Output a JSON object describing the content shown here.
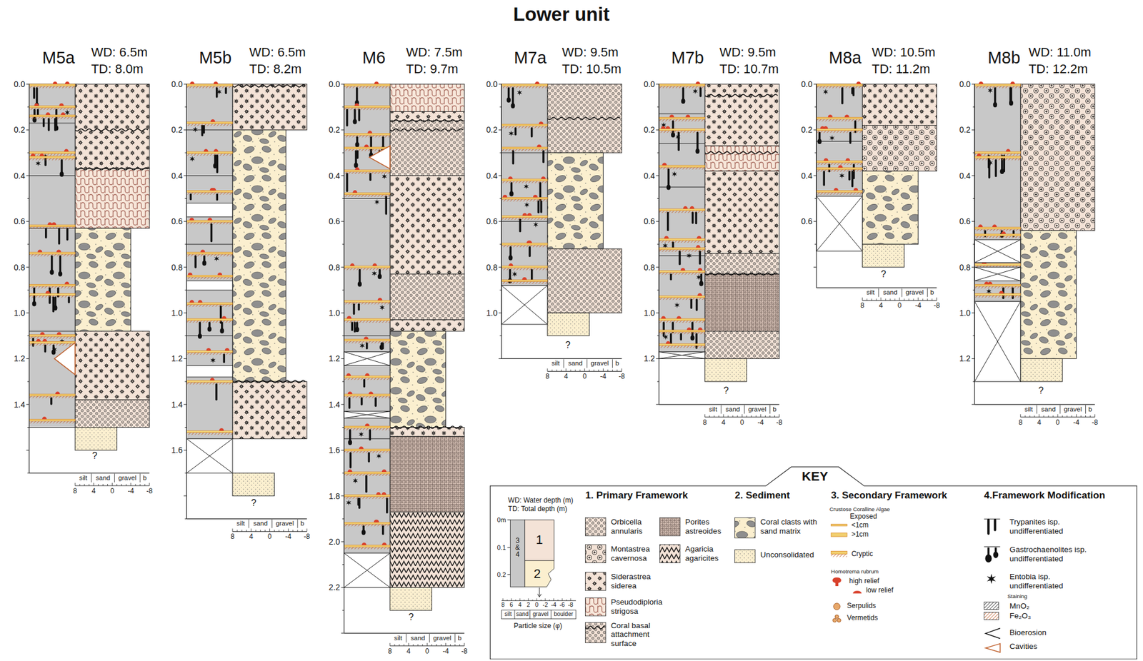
{
  "diagram": {
    "title": "Lower unit",
    "nodes": [
      {
        "text": [
          "KEY"
        ]
      }
    ],
    "labels": [
      "M5a",
      "WD: 6.5m",
      "TD: 8.0m",
      "0.0",
      "0.2",
      "0.4",
      "0.6",
      "0.8",
      "1.0",
      "1.2",
      "1.4",
      "?",
      "silt",
      "sand",
      "gravel",
      "b",
      "8",
      "4",
      "0",
      "-4",
      "-8",
      "M5b",
      "WD: 6.5m",
      "TD: 8.2m",
      "0.0",
      "0.2",
      "0.4",
      "0.6",
      "0.8",
      "1.0",
      "1.2",
      "1.4",
      "1.6",
      "?",
      "silt",
      "sand",
      "gravel",
      "b",
      "8",
      "4",
      "0",
      "-4",
      "-8",
      "M6",
      "WD: 7.5m",
      "TD: 9.7m",
      "0.0",
      "0.2",
      "0.4",
      "0.6",
      "0.8",
      "1.0",
      "1.2",
      "1.4",
      "1.6",
      "1.8",
      "2.0",
      "2.2",
      "?",
      "silt",
      "sand",
      "gravel",
      "b",
      "8",
      "4",
      "0",
      "-4",
      "-8",
      "M7a",
      "WD: 9.5m",
      "TD: 10.5m",
      "0.0",
      "0.2",
      "0.4",
      "0.6",
      "0.8",
      "1.0",
      "?",
      "silt",
      "sand",
      "gravel",
      "b",
      "8",
      "4",
      "0",
      "-4",
      "-8",
      "M7b",
      "WD: 9.5m",
      "TD: 10.7m",
      "0.0",
      "0.2",
      "0.4",
      "0.6",
      "0.8",
      "1.0",
      "1.2",
      "?",
      "silt",
      "sand",
      "gravel",
      "b",
      "8",
      "4",
      "0",
      "-4",
      "-8",
      "M8a",
      "WD: 10.5m",
      "TD: 11.2m",
      "0.0",
      "0.2",
      "0.4",
      "0.6",
      "?",
      "silt",
      "sand",
      "gravel",
      "b",
      "8",
      "4",
      "0",
      "-4",
      "-8",
      "M8b",
      "WD: 11.0m",
      "TD: 12.2m",
      "0.0",
      "0.2",
      "0.4",
      "0.6",
      "0.8",
      "1.0",
      "1.2",
      "?",
      "silt",
      "sand",
      "gravel",
      "b",
      "8",
      "4",
      "0",
      "-4",
      "-8",
      "WD: Water depth (m)",
      "TD: Total depth (m)",
      "0m",
      "0.1",
      "0.2",
      "1",
      "2",
      "3 & 4",
      "8",
      "6",
      "4",
      "2",
      "0",
      "-2",
      "-4",
      "-6",
      "-8",
      "silt",
      "sand",
      "gravel",
      "boulder",
      "Particle size (φ)",
      "1. Primary Framework",
      "2. Sediment",
      "3. Secondary Framework",
      "Crustose Coralline Algae",
      "Exposed",
      "Homotrema rubrum",
      "4.Framework Modification",
      "Staining"
    ],
    "legend": [
      {
        "text": "Orbicella annularis"
      },
      {
        "text": "Montastrea cavernosa"
      },
      {
        "text": "Siderastrea siderea"
      },
      {
        "text": "Pseudodiploria strigosa"
      },
      {
        "text": "Coral basal attachment surface"
      },
      {
        "text": "Porites astreoides"
      },
      {
        "text": "Agaricia agaricites"
      },
      {
        "text": "Coral clasts with sand matrix"
      },
      {
        "text": "Unconsolidated"
      },
      {
        "text": "<1cm"
      },
      {
        "text": ">1cm"
      },
      {
        "text": "Cryptic"
      },
      {
        "text": "high relief"
      },
      {
        "text": "low relief"
      },
      {
        "text": "Serpulids"
      },
      {
        "text": "Vermetids"
      },
      {
        "text": "Trypanites isp. undifferentiated"
      },
      {
        "text": "Gastrochaenolites isp. undifferentiated"
      },
      {
        "text": "Entobia isp. undifferentiated"
      },
      {
        "text": "MnO₂"
      },
      {
        "text": "Fe₂O₃"
      },
      {
        "text": "Bioerosion"
      },
      {
        "text": "Cavities"
      }
    ]
  }
}
